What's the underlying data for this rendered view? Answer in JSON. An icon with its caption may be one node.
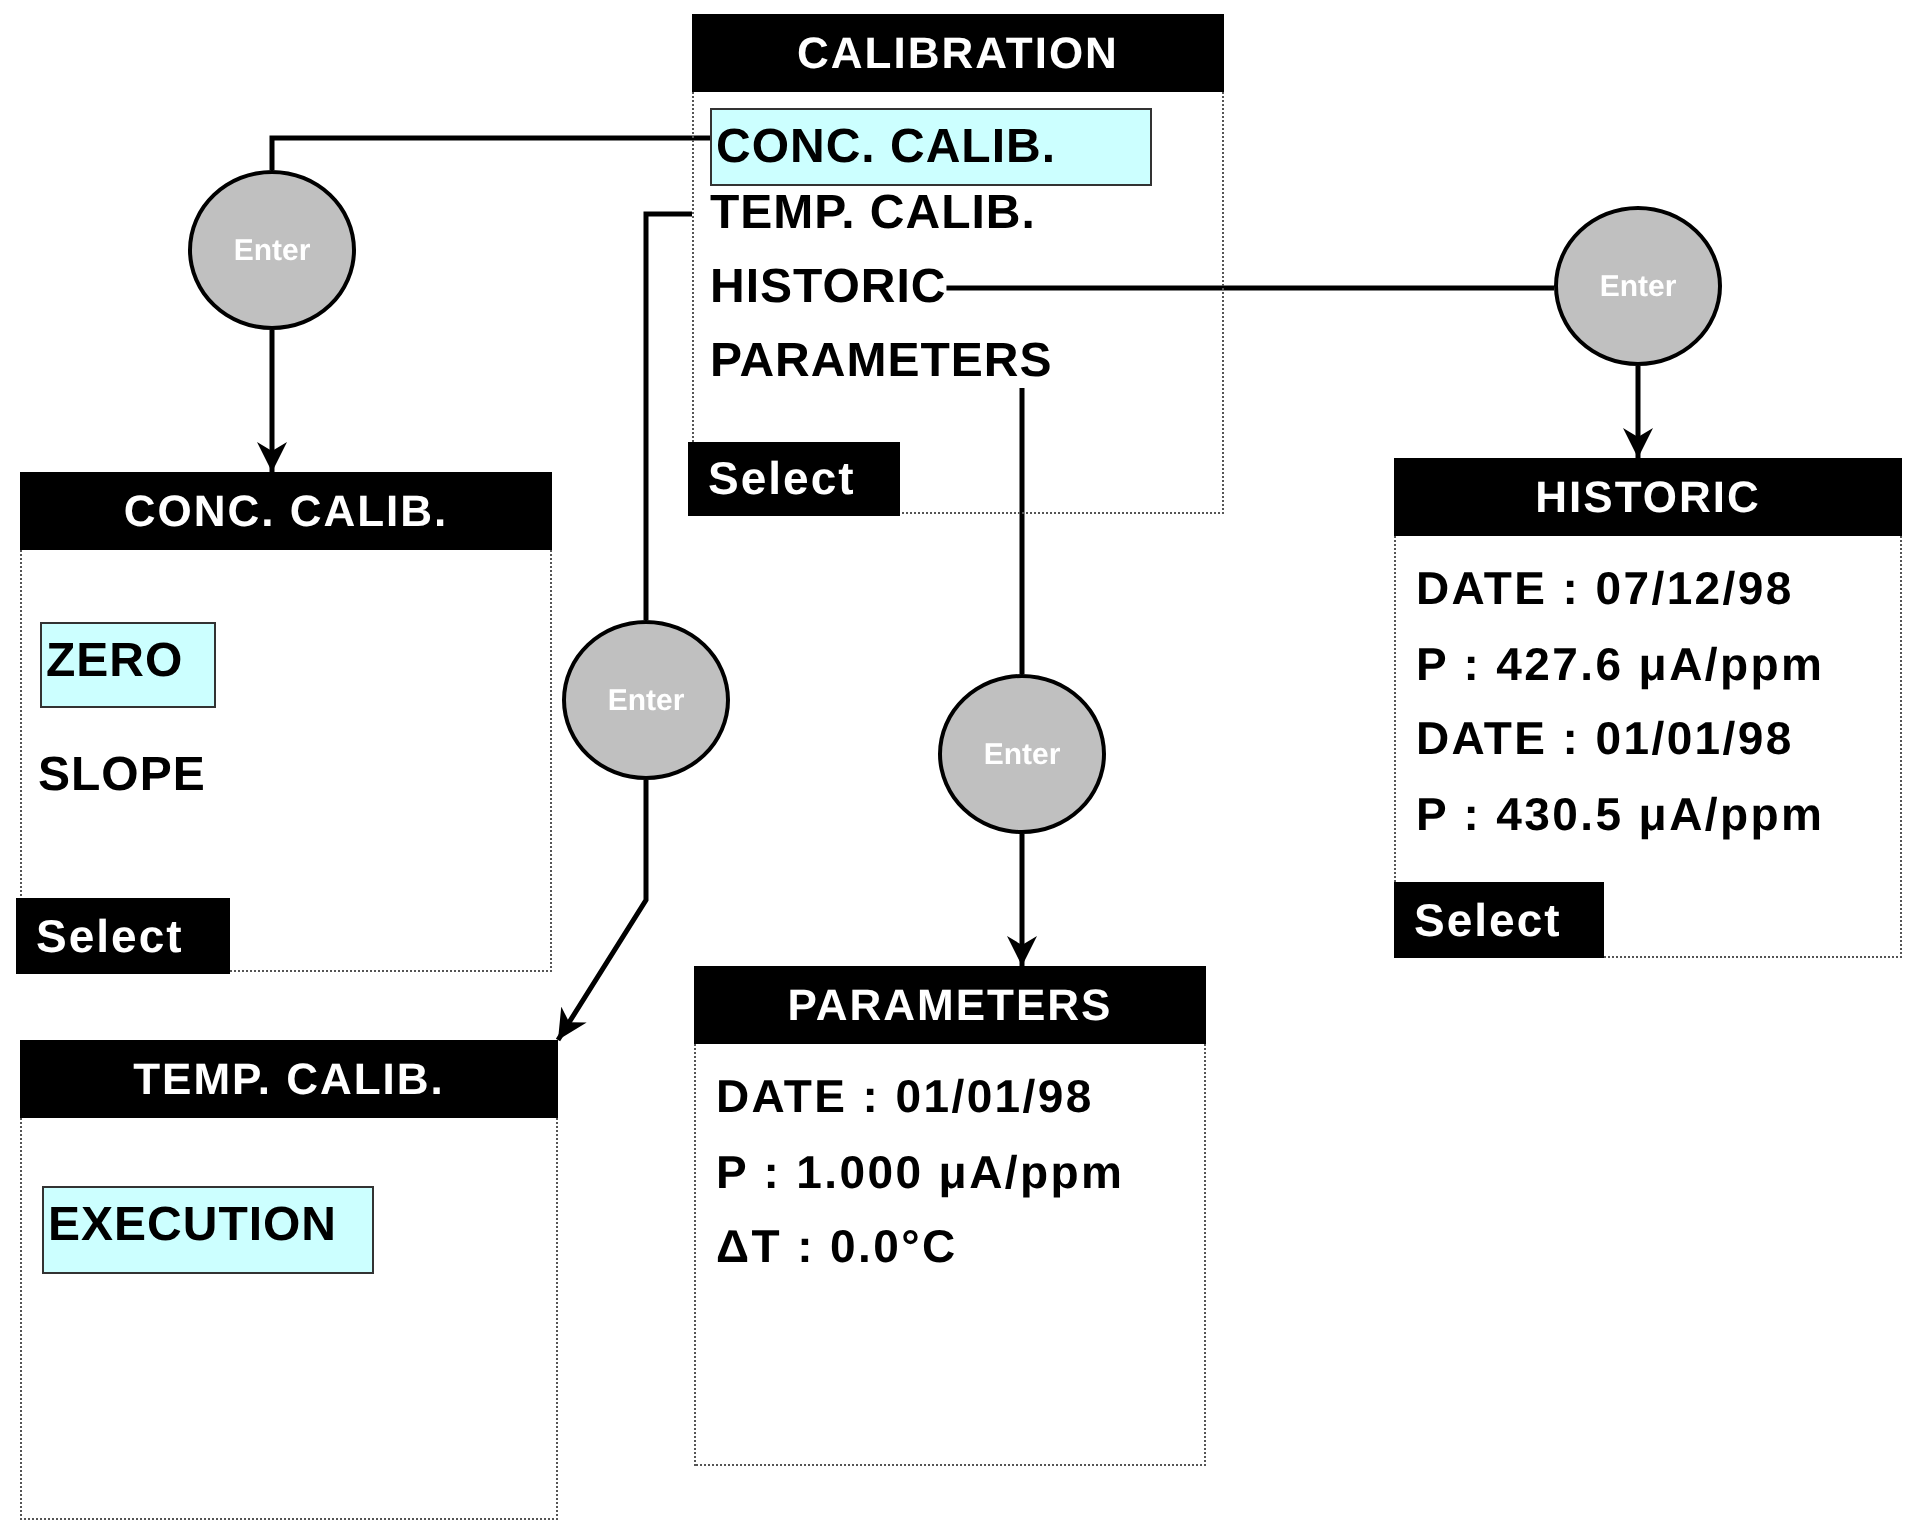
{
  "diagram": {
    "nodes": [
      {
        "text": [
          "CALIBRATION"
        ]
      },
      {
        "text": [
          "CONC. CALIB."
        ],
        "in": 0
      },
      {
        "text": [
          "TEMP. CALIB."
        ],
        "in": 0
      },
      {
        "text": [
          "HISTORIC"
        ],
        "in": 0
      },
      {
        "text": [
          "PARAMETERS"
        ],
        "in": 0
      },
      {
        "text": [
          "Select"
        ],
        "in": 0
      },
      {
        "text": [
          "Enter"
        ]
      },
      {
        "text": [
          "Enter"
        ]
      },
      {
        "text": [
          "CONC. CALIB."
        ]
      },
      {
        "text": [
          "ZERO"
        ],
        "in": 8
      },
      {
        "text": [
          "SLOPE"
        ],
        "in": 8
      },
      {
        "text": [
          "Select"
        ],
        "in": 8
      },
      {
        "text": [
          "HISTORIC",
          "DATE : 07/12/98",
          "P : 427.6 μA/ppm",
          "DATE : 01/01/98",
          "P : 430.5 μA/ppm"
        ]
      },
      {
        "text": [
          "Select"
        ],
        "in": 12
      },
      {
        "text": [
          "Enter"
        ]
      },
      {
        "text": [
          "Enter"
        ]
      },
      {
        "text": [
          "TEMP. CALIB."
        ]
      },
      {
        "text": [
          "EXECUTION"
        ],
        "in": 16
      },
      {
        "text": [
          "PARAMETERS",
          "DATE : 01/01/98",
          "P : 1.000 μA/ppm",
          "ΔT : 0.0°C"
        ]
      }
    ],
    "edges": [
      {
        "from": 1,
        "to": 6,
        "arrow": "none"
      },
      {
        "from": 6,
        "to": 8,
        "arrow": "to"
      },
      {
        "from": 2,
        "to": 14,
        "arrow": "none"
      },
      {
        "from": 14,
        "to": 16,
        "arrow": "to"
      },
      {
        "from": 3,
        "to": 7,
        "arrow": "none"
      },
      {
        "from": 7,
        "to": 12,
        "arrow": "to"
      },
      {
        "from": 4,
        "to": 15,
        "arrow": "none"
      },
      {
        "from": 15,
        "to": 18,
        "arrow": "to"
      }
    ]
  }
}
